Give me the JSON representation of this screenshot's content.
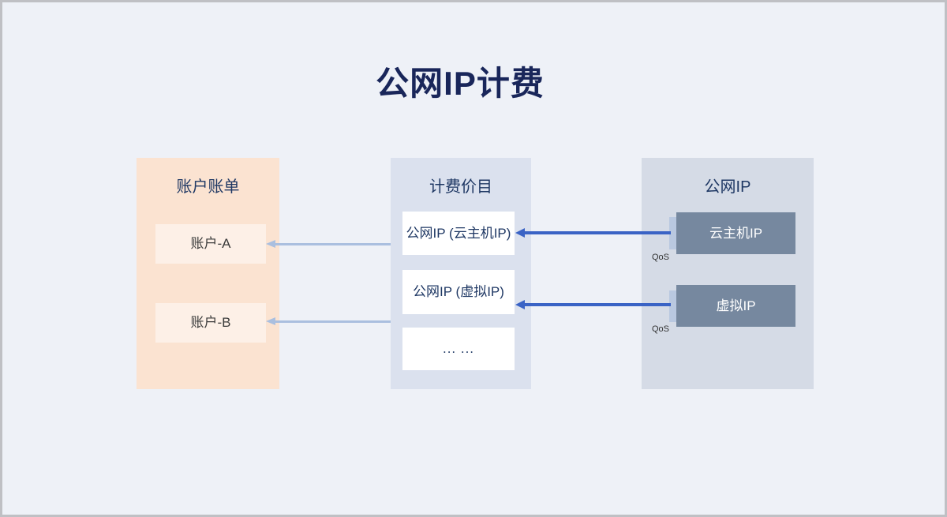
{
  "page": {
    "title": "公网IP计费"
  },
  "panels": {
    "accounts": {
      "header": "账户账单",
      "items": [
        {
          "label": "账户-A"
        },
        {
          "label": "账户-B"
        }
      ]
    },
    "pricing": {
      "header": "计费价目",
      "items": [
        {
          "label": "公网IP (云主机IP)"
        },
        {
          "label": "公网IP (虚拟IP)"
        },
        {
          "label": "... ..."
        }
      ]
    },
    "public_ip": {
      "header": "公网IP",
      "items": [
        {
          "label": "云主机IP",
          "qos": "QoS"
        },
        {
          "label": "虚拟IP",
          "qos": "QoS"
        }
      ]
    }
  },
  "colors": {
    "canvas_bg": "#eef1f7",
    "canvas_border": "#bfc0c4",
    "title_text": "#19265a",
    "header_text": "#1f3864",
    "accounts_panel_bg": "#fbe3d1",
    "accounts_item_bg": "#fdf0e7",
    "accounts_item_text": "#3b3b3b",
    "pricing_panel_bg": "#dbe1ee",
    "pricing_item_bg": "#ffffff",
    "pricing_item_text": "#1f3864",
    "public_ip_panel_bg": "#d5dbe6",
    "public_ip_item_bg": "#76889f",
    "public_ip_item_text": "#ffffff",
    "qos_tab_bg": "#b9c8e0",
    "qos_text": "#333333",
    "arrow_dark": "#3a63c5",
    "arrow_light": "#aabfdf"
  }
}
